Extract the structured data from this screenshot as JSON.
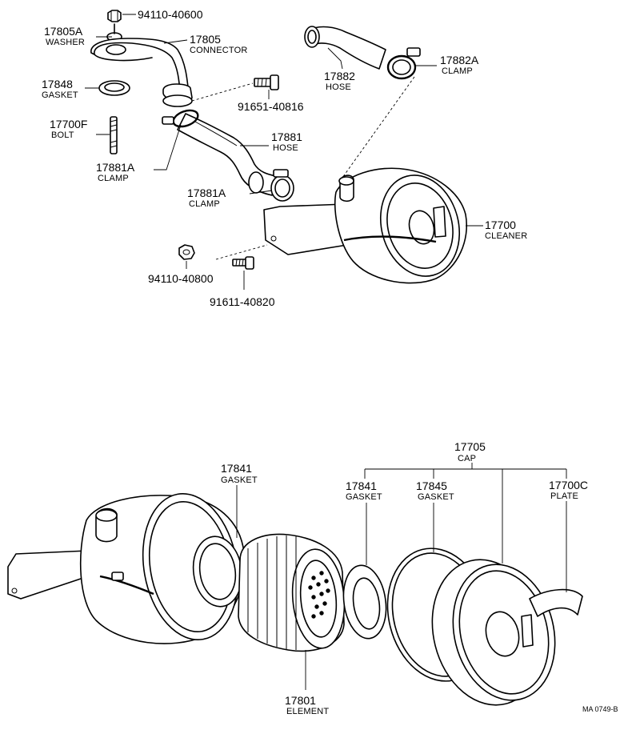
{
  "diagram": {
    "footer_code": "MA 0749-B",
    "parts": [
      {
        "id": "p94110_40600",
        "number": "94110-40600",
        "name": ""
      },
      {
        "id": "p17805A",
        "number": "17805A",
        "name": "WASHER"
      },
      {
        "id": "p17805",
        "number": "17805",
        "name": "CONNECTOR"
      },
      {
        "id": "p17848",
        "number": "17848",
        "name": "GASKET"
      },
      {
        "id": "p17700F",
        "number": "17700F",
        "name": "BOLT"
      },
      {
        "id": "p17881A_1",
        "number": "17881A",
        "name": "CLAMP"
      },
      {
        "id": "p91651_40816",
        "number": "91651-40816",
        "name": ""
      },
      {
        "id": "p17881",
        "number": "17881",
        "name": "HOSE"
      },
      {
        "id": "p17881A_2",
        "number": "17881A",
        "name": "CLAMP"
      },
      {
        "id": "p17882",
        "number": "17882",
        "name": "HOSE"
      },
      {
        "id": "p17882A",
        "number": "17882A",
        "name": "CLAMP"
      },
      {
        "id": "p17700",
        "number": "17700",
        "name": "CLEANER"
      },
      {
        "id": "p94110_40800",
        "number": "94110-40800",
        "name": ""
      },
      {
        "id": "p91611_40820",
        "number": "91611-40820",
        "name": ""
      },
      {
        "id": "p17705",
        "number": "17705",
        "name": "CAP"
      },
      {
        "id": "p17841_1",
        "number": "17841",
        "name": "GASKET"
      },
      {
        "id": "p17841_2",
        "number": "17841",
        "name": "GASKET"
      },
      {
        "id": "p17845",
        "number": "17845",
        "name": "GASKET"
      },
      {
        "id": "p17700C",
        "number": "17700C",
        "name": "PLATE"
      },
      {
        "id": "p17801",
        "number": "17801",
        "name": "ELEMENT"
      }
    ]
  }
}
